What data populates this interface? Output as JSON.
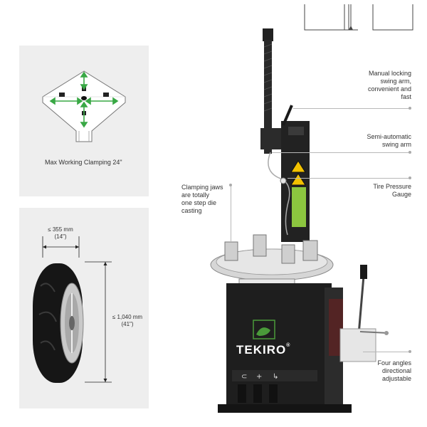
{
  "clamping_caption": "Max Working Clamping 24\"",
  "tire": {
    "width_mm": "≤ 355 mm",
    "width_in": "(14\")",
    "height_mm": "≤ 1,040 mm",
    "height_in": "(41\")"
  },
  "brand": "TEKIRO",
  "brand_mark": "®",
  "callouts": {
    "manual_locking": [
      "Manual locking",
      "swing arm,",
      "convenient and",
      "fast"
    ],
    "semi_automatic": [
      "Semi-automatic",
      "swing arm"
    ],
    "tire_pressure": [
      "Tire Pressure",
      "Gauge"
    ],
    "clamping_jaws": [
      "Clamping jaws",
      "are totally",
      "one step die",
      "casting"
    ],
    "four_angles": [
      "Four angles",
      "directional",
      "adjustable"
    ]
  },
  "colors": {
    "panel_bg": "#eeeeee",
    "arrow_green": "#39a845",
    "machine_dark": "#1e1e1e",
    "brand_green": "#4a9a3a",
    "leader_grey": "#b8b8b8"
  }
}
